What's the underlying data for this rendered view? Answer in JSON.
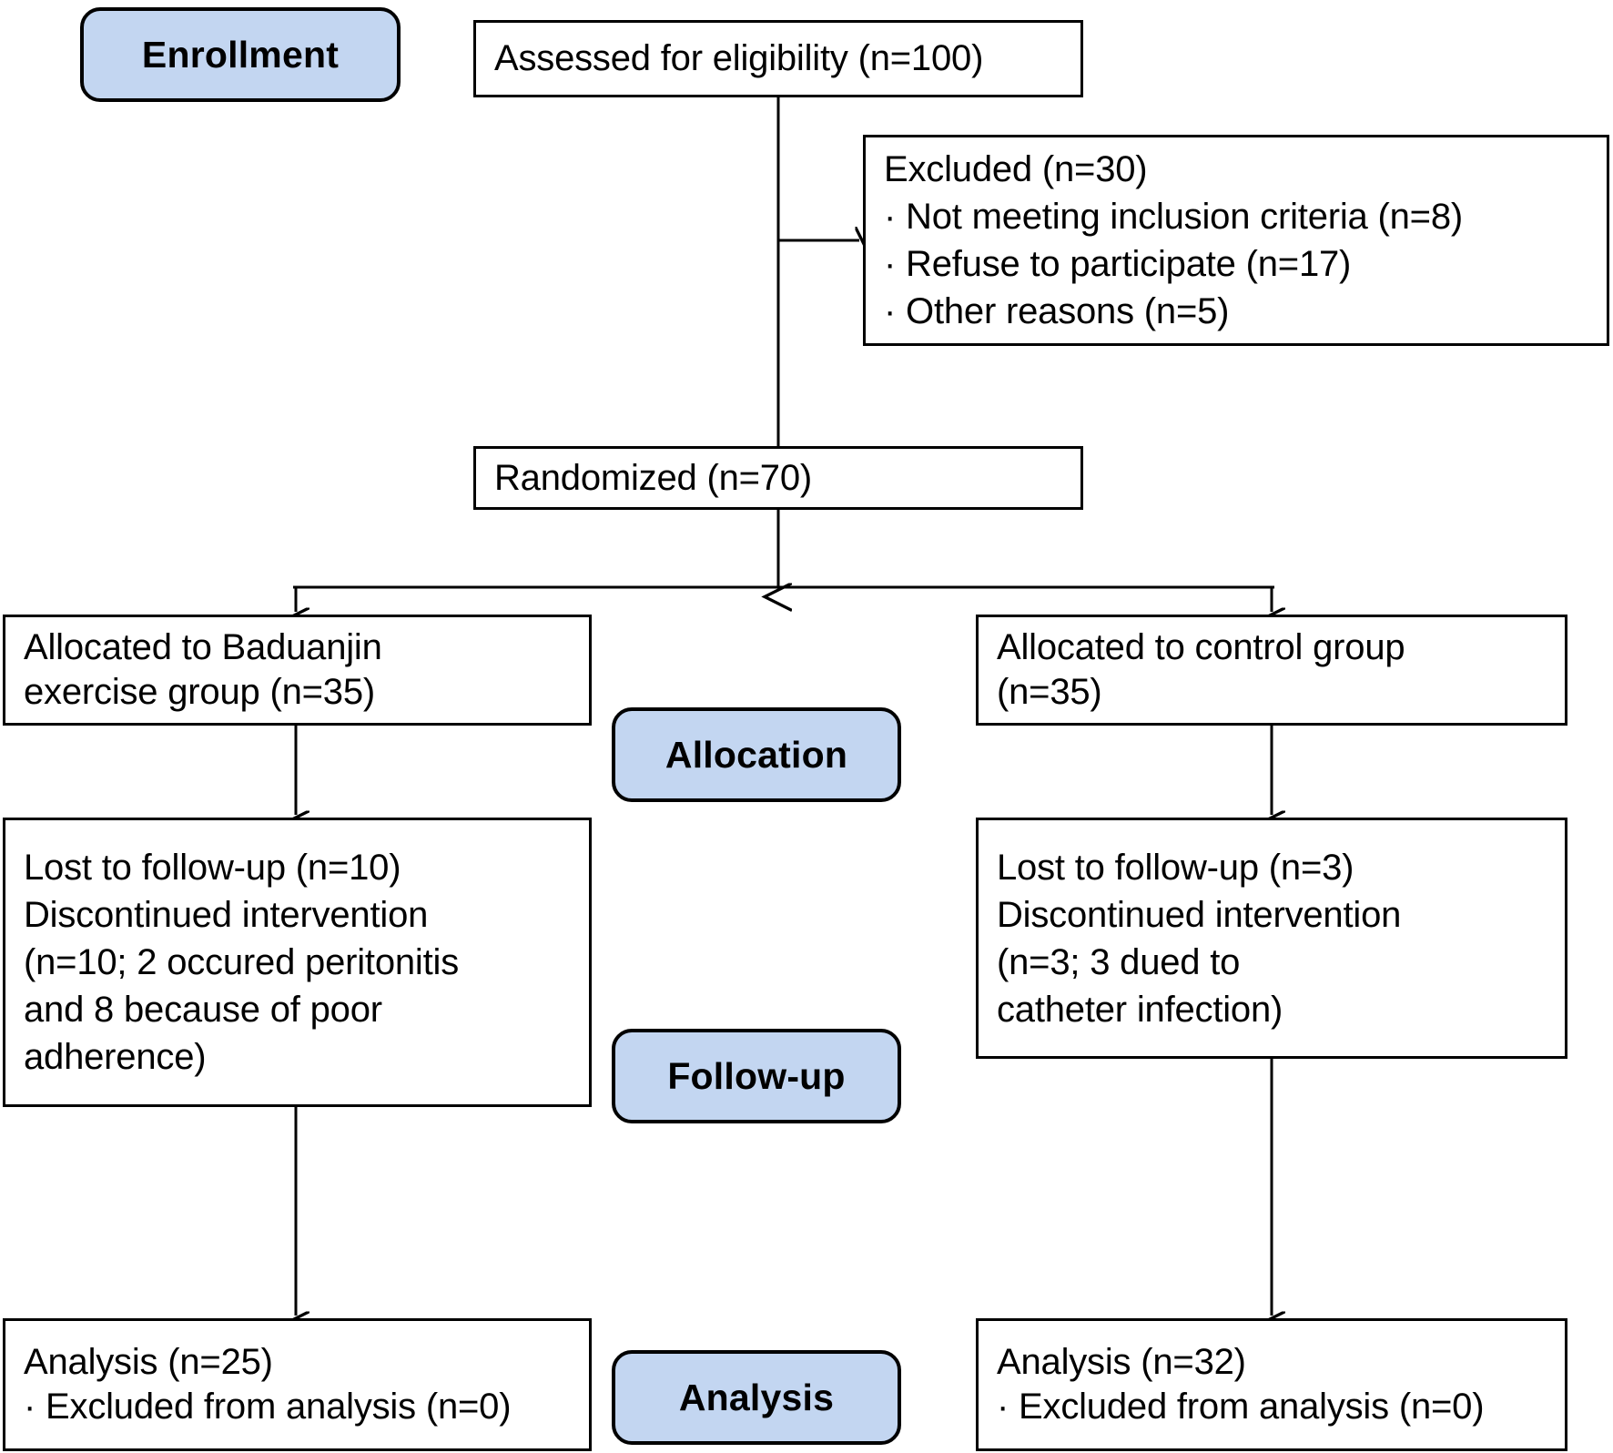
{
  "diagram": {
    "title": "CONSORT participant flow diagram",
    "accent_blue": "#c3d6f1",
    "line_color": "#000000",
    "background": "#ffffff"
  },
  "stage_labels": {
    "enrollment": "Enrollment",
    "allocation": "Allocation",
    "followup": "Follow-up",
    "analysis": "Analysis"
  },
  "enrollment": {
    "assessed": {
      "lines": [
        "Assessed for eligibility (n=100)"
      ]
    },
    "excluded": {
      "lines": [
        "Excluded (n=30)",
        "· Not meeting inclusion criteria (n=8)",
        "· Refuse to participate (n=17)",
        "· Other reasons (n=5)"
      ]
    },
    "randomized": {
      "lines": [
        "Randomized (n=70)"
      ]
    }
  },
  "allocation": {
    "left": {
      "lines": [
        "Allocated to Baduanjin",
        "exercise group (n=35)"
      ]
    },
    "right": {
      "lines": [
        "Allocated to control group",
        "(n=35)"
      ]
    }
  },
  "followup": {
    "left": {
      "lines": [
        "Lost to follow-up (n=10)",
        "Discontinued intervention",
        "(n=10; 2 occured peritonitis",
        "and 8 because of poor",
        "adherence)"
      ]
    },
    "right": {
      "lines": [
        "Lost to follow-up (n=3)",
        "Discontinued intervention",
        "(n=3; 3 dued to",
        "catheter infection)"
      ]
    }
  },
  "analysis": {
    "left": {
      "lines": [
        "Analysis (n=25)",
        "· Excluded from analysis (n=0)"
      ]
    },
    "right": {
      "lines": [
        "Analysis (n=32)",
        "· Excluded from analysis (n=0)"
      ]
    }
  }
}
